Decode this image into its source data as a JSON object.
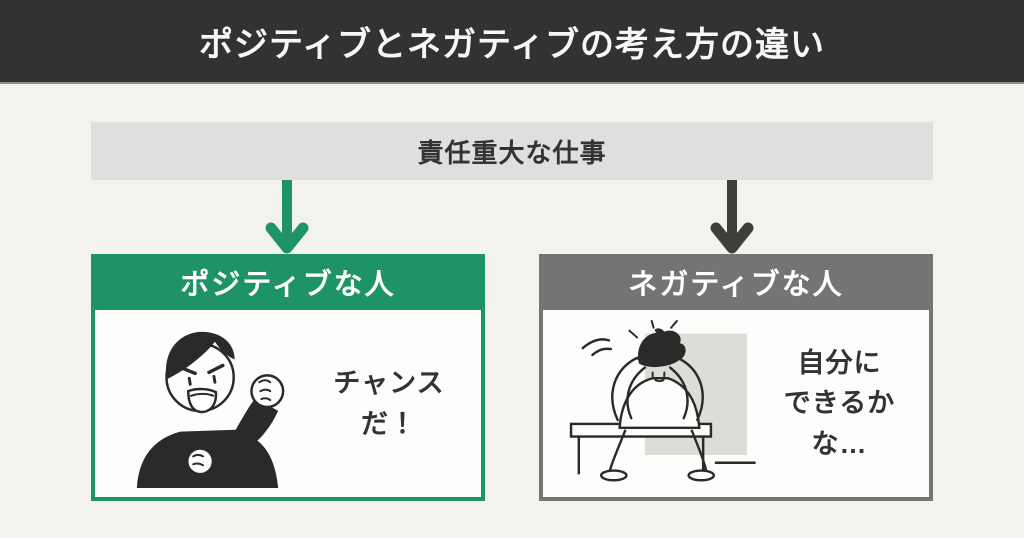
{
  "title": "ポジティブとネガティブの考え方の違い",
  "trigger_box": {
    "label": "責任重大な仕事"
  },
  "arrows": {
    "positive": "green-down-arrow",
    "negative": "dark-down-arrow"
  },
  "cards": {
    "positive": {
      "header": "ポジティブな人",
      "speech": "チャンスだ！",
      "illustration": "man-raising-fist-excited"
    },
    "negative": {
      "header": "ネガティブな人",
      "speech_line1": "自分に",
      "speech_line2": "できるかな…",
      "illustration": "person-sitting-holding-head-distressed"
    }
  },
  "colors": {
    "header_bg": "#323232",
    "page_bg": "#f4f2ee",
    "trigger_box_bg": "#e0dfdd",
    "positive_accent": "#1f9368",
    "negative_accent": "#757472",
    "arrow_dark": "#3f3e3c",
    "text_dark": "#333333",
    "card_body_bg": "#fdfdfc"
  }
}
